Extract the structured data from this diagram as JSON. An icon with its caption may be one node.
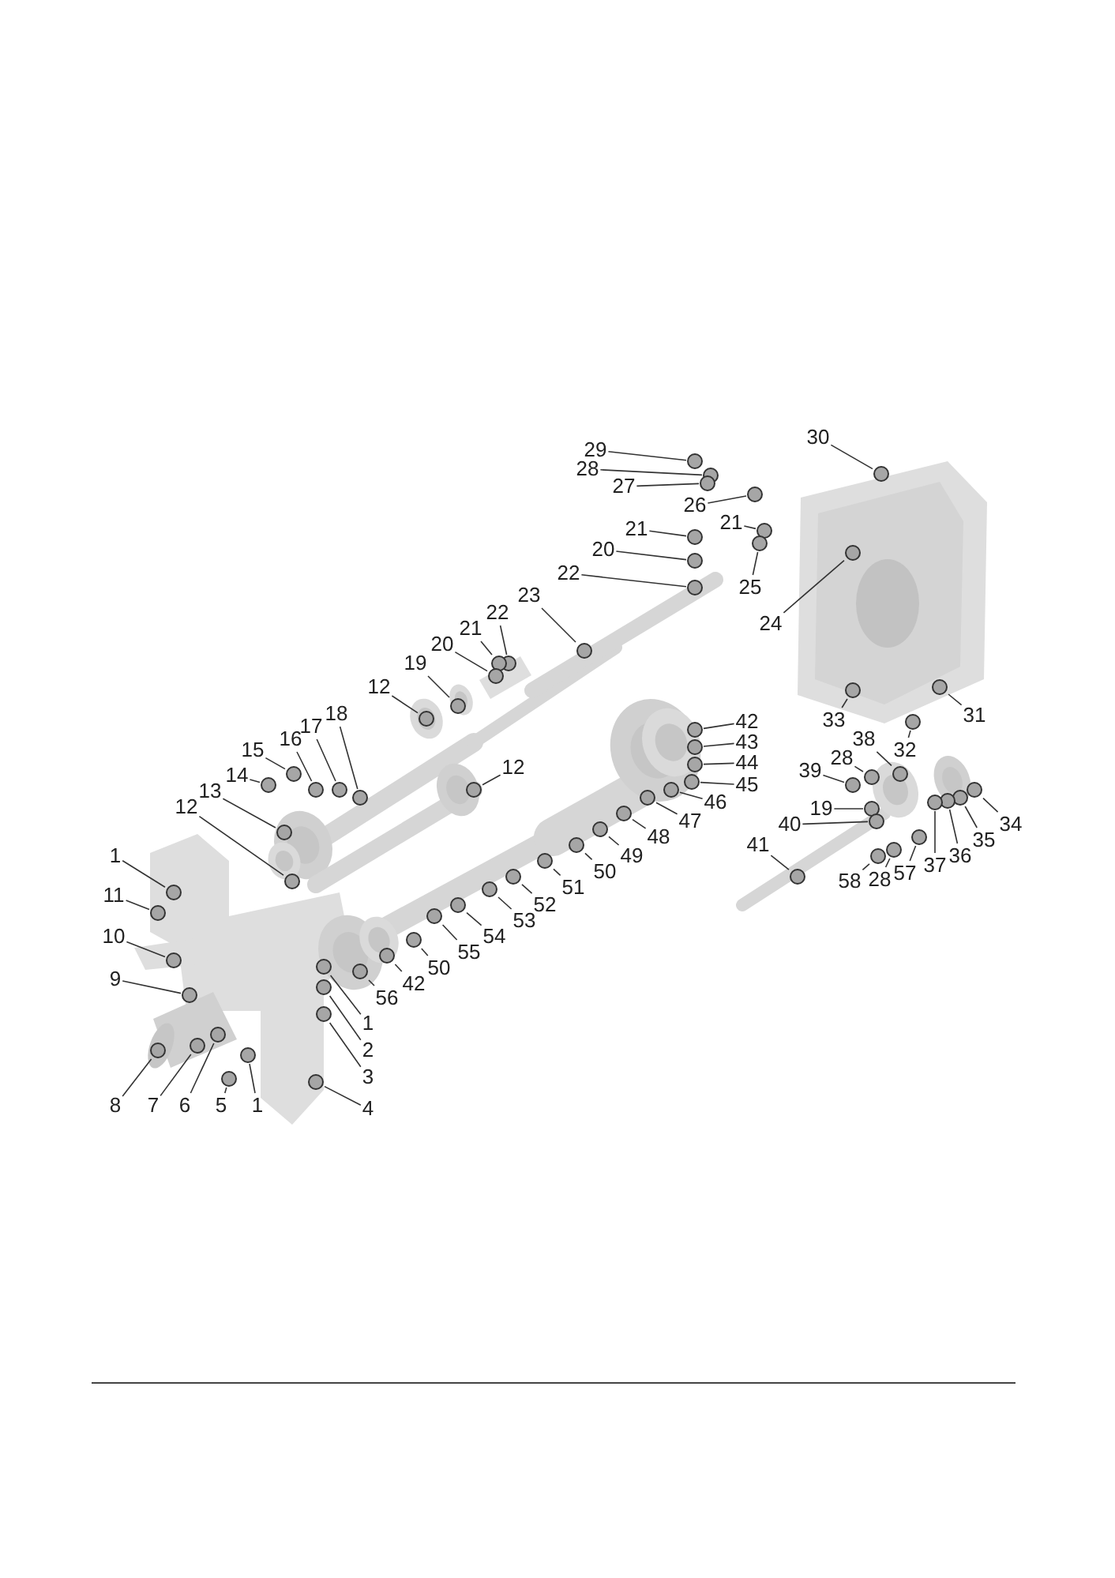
{
  "diagram": {
    "nodes": [
      {
        "text": [
          "29"
        ]
      },
      {
        "text": [
          "28"
        ]
      },
      {
        "text": [
          "27"
        ]
      },
      {
        "text": [
          "26"
        ]
      },
      {
        "text": [
          "21"
        ]
      },
      {
        "text": [
          "30"
        ]
      },
      {
        "text": [
          "21"
        ]
      },
      {
        "text": [
          "20"
        ]
      },
      {
        "text": [
          "25"
        ]
      },
      {
        "text": [
          "22"
        ]
      },
      {
        "text": [
          "24"
        ]
      },
      {
        "text": [
          "23"
        ]
      },
      {
        "text": [
          "22"
        ]
      },
      {
        "text": [
          "21"
        ]
      },
      {
        "text": [
          "20"
        ]
      },
      {
        "text": [
          "19"
        ]
      },
      {
        "text": [
          "12"
        ]
      },
      {
        "text": [
          "18"
        ]
      },
      {
        "text": [
          "17"
        ]
      },
      {
        "text": [
          "16"
        ]
      },
      {
        "text": [
          "15"
        ]
      },
      {
        "text": [
          "14"
        ]
      },
      {
        "text": [
          "13"
        ]
      },
      {
        "text": [
          "12"
        ]
      },
      {
        "text": [
          "12"
        ]
      },
      {
        "text": [
          "42"
        ]
      },
      {
        "text": [
          "43"
        ]
      },
      {
        "text": [
          "44"
        ]
      },
      {
        "text": [
          "45"
        ]
      },
      {
        "text": [
          "33"
        ]
      },
      {
        "text": [
          "31"
        ]
      },
      {
        "text": [
          "32"
        ]
      },
      {
        "text": [
          "38"
        ]
      },
      {
        "text": [
          "28"
        ]
      },
      {
        "text": [
          "39"
        ]
      },
      {
        "text": [
          "34"
        ]
      },
      {
        "text": [
          "19"
        ]
      },
      {
        "text": [
          "46"
        ]
      },
      {
        "text": [
          "47"
        ]
      },
      {
        "text": [
          "40"
        ]
      },
      {
        "text": [
          "48"
        ]
      },
      {
        "text": [
          "35"
        ]
      },
      {
        "text": [
          "36"
        ]
      },
      {
        "text": [
          "37"
        ]
      },
      {
        "text": [
          "49"
        ]
      },
      {
        "text": [
          "50"
        ]
      },
      {
        "text": [
          "41"
        ]
      },
      {
        "text": [
          "57"
        ]
      },
      {
        "text": [
          "28"
        ]
      },
      {
        "text": [
          "58"
        ]
      },
      {
        "text": [
          "51"
        ]
      },
      {
        "text": [
          "52"
        ]
      },
      {
        "text": [
          "53"
        ]
      },
      {
        "text": [
          "54"
        ]
      },
      {
        "text": [
          "55"
        ]
      },
      {
        "text": [
          "50"
        ]
      },
      {
        "text": [
          "42"
        ]
      },
      {
        "text": [
          "56"
        ]
      },
      {
        "text": [
          "1"
        ]
      },
      {
        "text": [
          "11"
        ]
      },
      {
        "text": [
          "10"
        ]
      },
      {
        "text": [
          "9"
        ]
      },
      {
        "text": [
          "1"
        ]
      },
      {
        "text": [
          "2"
        ]
      },
      {
        "text": [
          "3"
        ]
      },
      {
        "text": [
          "8"
        ]
      },
      {
        "text": [
          "7"
        ]
      },
      {
        "text": [
          "6"
        ]
      },
      {
        "text": [
          "5"
        ]
      },
      {
        "text": [
          "1"
        ]
      },
      {
        "text": [
          "4"
        ]
      },
      {
        "text": [],
        "shape": "circle"
      },
      {
        "text": [],
        "shape": "circle"
      },
      {
        "text": [],
        "shape": "circle"
      },
      {
        "text": [],
        "shape": "circle"
      },
      {
        "text": [],
        "shape": "circle"
      },
      {
        "text": [],
        "shape": "circle"
      },
      {
        "text": [],
        "shape": "circle"
      },
      {
        "text": [],
        "shape": "circle"
      },
      {
        "text": [],
        "shape": "circle"
      },
      {
        "text": [],
        "shape": "circle"
      },
      {
        "text": [],
        "shape": "circle"
      },
      {
        "text": [],
        "shape": "circle"
      },
      {
        "text": [],
        "shape": "circle"
      },
      {
        "text": [],
        "shape": "circle"
      },
      {
        "text": [],
        "shape": "circle"
      },
      {
        "text": [],
        "shape": "circle"
      },
      {
        "text": [],
        "shape": "circle"
      },
      {
        "text": [],
        "shape": "circle"
      },
      {
        "text": [],
        "shape": "circle"
      },
      {
        "text": [],
        "shape": "circle"
      },
      {
        "text": [],
        "shape": "circle"
      },
      {
        "text": [],
        "shape": "circle"
      },
      {
        "text": [],
        "shape": "circle"
      },
      {
        "text": [],
        "shape": "circle"
      },
      {
        "text": [],
        "shape": "circle"
      },
      {
        "text": [],
        "shape": "circle"
      },
      {
        "text": [],
        "shape": "circle"
      },
      {
        "text": [],
        "shape": "circle"
      },
      {
        "text": [],
        "shape": "circle"
      },
      {
        "text": [],
        "shape": "circle"
      },
      {
        "text": [],
        "shape": "circle"
      },
      {
        "text": [],
        "shape": "circle"
      },
      {
        "text": [],
        "shape": "circle"
      },
      {
        "text": [],
        "shape": "circle"
      },
      {
        "text": [],
        "shape": "circle"
      },
      {
        "text": [],
        "shape": "circle"
      },
      {
        "text": [],
        "shape": "circle"
      },
      {
        "text": [],
        "shape": "circle"
      },
      {
        "text": [],
        "shape": "circle"
      },
      {
        "text": [],
        "shape": "circle"
      },
      {
        "text": [],
        "shape": "circle"
      },
      {
        "text": [],
        "shape": "circle"
      },
      {
        "text": [],
        "shape": "circle"
      },
      {
        "text": [],
        "shape": "circle"
      },
      {
        "text": [],
        "shape": "circle"
      },
      {
        "text": [],
        "shape": "circle"
      },
      {
        "text": [],
        "shape": "circle"
      },
      {
        "text": [],
        "shape": "circle"
      },
      {
        "text": [],
        "shape": "circle"
      },
      {
        "text": [],
        "shape": "circle"
      },
      {
        "text": [],
        "shape": "circle"
      },
      {
        "text": [],
        "shape": "circle"
      },
      {
        "text": [],
        "shape": "circle"
      },
      {
        "text": [],
        "shape": "circle"
      },
      {
        "text": [],
        "shape": "circle"
      },
      {
        "text": [],
        "shape": "circle"
      },
      {
        "text": [],
        "shape": "circle"
      },
      {
        "text": [],
        "shape": "circle"
      },
      {
        "text": [],
        "shape": "circle"
      },
      {
        "text": [],
        "shape": "circle"
      },
      {
        "text": [],
        "shape": "circle"
      },
      {
        "text": [],
        "shape": "circle"
      },
      {
        "text": [],
        "shape": "circle"
      },
      {
        "text": [],
        "shape": "circle"
      },
      {
        "text": [],
        "shape": "circle"
      },
      {
        "text": [],
        "shape": "circle"
      },
      {
        "text": [],
        "shape": "circle"
      },
      {
        "text": [],
        "shape": "circle"
      },
      {
        "text": [],
        "shape": "circle"
      },
      {
        "text": [],
        "shape": "circle"
      },
      {
        "text": [],
        "shape": "circle"
      }
    ],
    "edges": [
      {
        "from": 0,
        "to": 71,
        "arrow": "none"
      },
      {
        "from": 1,
        "to": 72,
        "arrow": "none"
      },
      {
        "from": 2,
        "to": 73,
        "arrow": "none"
      },
      {
        "from": 3,
        "to": 74,
        "arrow": "none"
      },
      {
        "from": 4,
        "to": 75,
        "arrow": "none"
      },
      {
        "from": 5,
        "to": 76,
        "arrow": "none"
      },
      {
        "from": 6,
        "to": 77,
        "arrow": "none"
      },
      {
        "from": 7,
        "to": 78,
        "arrow": "none"
      },
      {
        "from": 8,
        "to": 79,
        "arrow": "none"
      },
      {
        "from": 9,
        "to": 80,
        "arrow": "none"
      },
      {
        "from": 10,
        "to": 81,
        "arrow": "none"
      },
      {
        "from": 11,
        "to": 82,
        "arrow": "none"
      },
      {
        "from": 12,
        "to": 83,
        "arrow": "none"
      },
      {
        "from": 13,
        "to": 84,
        "arrow": "none"
      },
      {
        "from": 14,
        "to": 85,
        "arrow": "none"
      },
      {
        "from": 15,
        "to": 86,
        "arrow": "none"
      },
      {
        "from": 16,
        "to": 87,
        "arrow": "none"
      },
      {
        "from": 17,
        "to": 88,
        "arrow": "none"
      },
      {
        "from": 18,
        "to": 89,
        "arrow": "none"
      },
      {
        "from": 19,
        "to": 90,
        "arrow": "none"
      },
      {
        "from": 20,
        "to": 91,
        "arrow": "none"
      },
      {
        "from": 21,
        "to": 92,
        "arrow": "none"
      },
      {
        "from": 22,
        "to": 93,
        "arrow": "none"
      },
      {
        "from": 23,
        "to": 94,
        "arrow": "none"
      },
      {
        "from": 24,
        "to": 95,
        "arrow": "none"
      },
      {
        "from": 25,
        "to": 96,
        "arrow": "none"
      },
      {
        "from": 26,
        "to": 97,
        "arrow": "none"
      },
      {
        "from": 27,
        "to": 98,
        "arrow": "none"
      },
      {
        "from": 28,
        "to": 99,
        "arrow": "none"
      },
      {
        "from": 29,
        "to": 100,
        "arrow": "none"
      },
      {
        "from": 30,
        "to": 101,
        "arrow": "none"
      },
      {
        "from": 31,
        "to": 102,
        "arrow": "none"
      },
      {
        "from": 32,
        "to": 103,
        "arrow": "none"
      },
      {
        "from": 33,
        "to": 104,
        "arrow": "none"
      },
      {
        "from": 34,
        "to": 105,
        "arrow": "none"
      },
      {
        "from": 35,
        "to": 106,
        "arrow": "none"
      },
      {
        "from": 36,
        "to": 107,
        "arrow": "none"
      },
      {
        "from": 37,
        "to": 108,
        "arrow": "none"
      },
      {
        "from": 38,
        "to": 109,
        "arrow": "none"
      },
      {
        "from": 39,
        "to": 110,
        "arrow": "none"
      },
      {
        "from": 40,
        "to": 111,
        "arrow": "none"
      },
      {
        "from": 41,
        "to": 112,
        "arrow": "none"
      },
      {
        "from": 42,
        "to": 113,
        "arrow": "none"
      },
      {
        "from": 43,
        "to": 114,
        "arrow": "none"
      },
      {
        "from": 44,
        "to": 115,
        "arrow": "none"
      },
      {
        "from": 45,
        "to": 116,
        "arrow": "none"
      },
      {
        "from": 46,
        "to": 117,
        "arrow": "none"
      },
      {
        "from": 47,
        "to": 118,
        "arrow": "none"
      },
      {
        "from": 48,
        "to": 119,
        "arrow": "none"
      },
      {
        "from": 49,
        "to": 120,
        "arrow": "none"
      },
      {
        "from": 50,
        "to": 121,
        "arrow": "none"
      },
      {
        "from": 51,
        "to": 122,
        "arrow": "none"
      },
      {
        "from": 52,
        "to": 123,
        "arrow": "none"
      },
      {
        "from": 53,
        "to": 124,
        "arrow": "none"
      },
      {
        "from": 54,
        "to": 125,
        "arrow": "none"
      },
      {
        "from": 55,
        "to": 126,
        "arrow": "none"
      },
      {
        "from": 56,
        "to": 127,
        "arrow": "none"
      },
      {
        "from": 57,
        "to": 128,
        "arrow": "none"
      },
      {
        "from": 58,
        "to": 129,
        "arrow": "none"
      },
      {
        "from": 59,
        "to": 130,
        "arrow": "none"
      },
      {
        "from": 60,
        "to": 131,
        "arrow": "none"
      },
      {
        "from": 61,
        "to": 132,
        "arrow": "none"
      },
      {
        "from": 62,
        "to": 133,
        "arrow": "none"
      },
      {
        "from": 63,
        "to": 134,
        "arrow": "none"
      },
      {
        "from": 64,
        "to": 135,
        "arrow": "none"
      },
      {
        "from": 65,
        "to": 136,
        "arrow": "none"
      },
      {
        "from": 66,
        "to": 137,
        "arrow": "none"
      },
      {
        "from": 67,
        "to": 138,
        "arrow": "none"
      },
      {
        "from": 68,
        "to": 139,
        "arrow": "none"
      },
      {
        "from": 69,
        "to": 140,
        "arrow": "none"
      },
      {
        "from": 70,
        "to": 141,
        "arrow": "none"
      }
    ]
  }
}
